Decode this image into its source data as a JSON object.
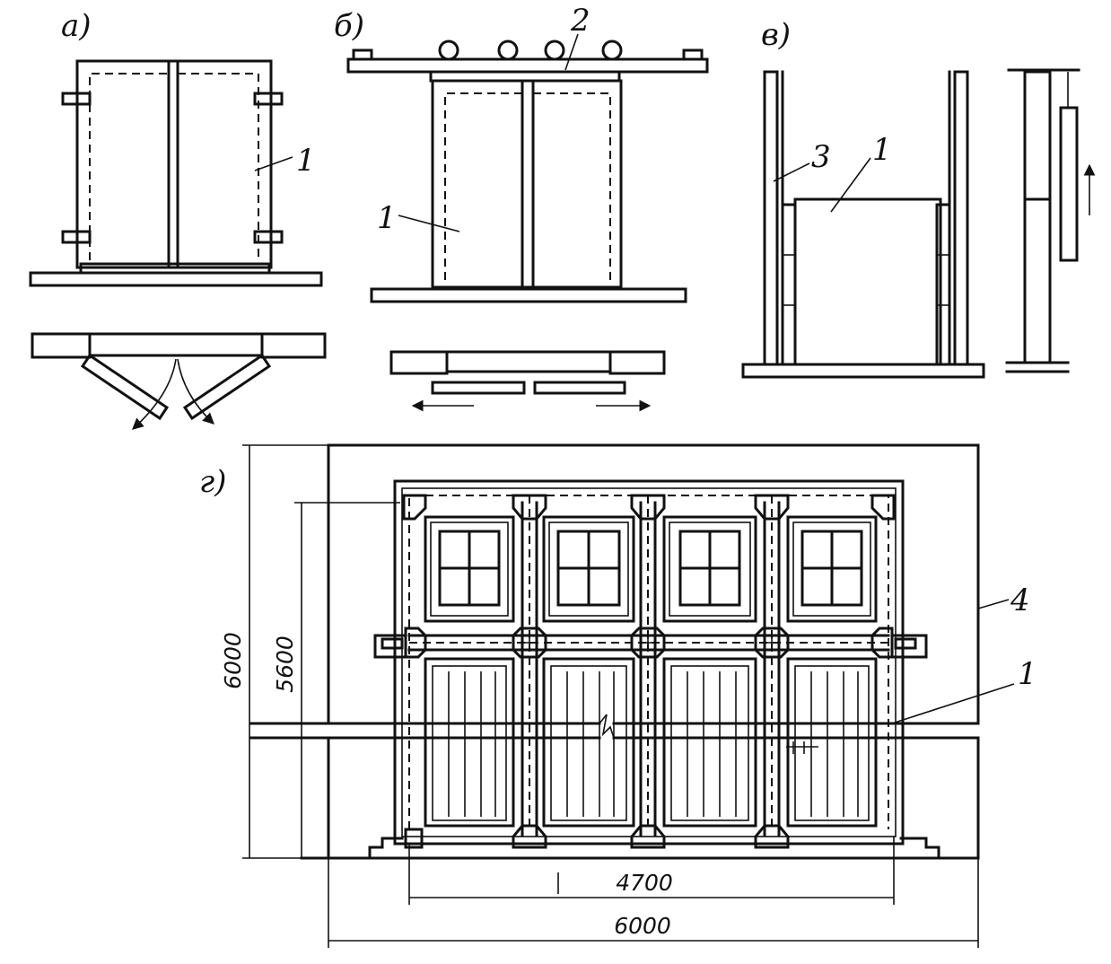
{
  "labels": {
    "panel_a": "а)",
    "panel_b": "б)",
    "panel_v": "в)",
    "panel_g": "г)",
    "leader_1": "1",
    "leader_2": "2",
    "leader_3": "3",
    "leader_4": "4"
  },
  "dimensions": {
    "total_height": "6000",
    "gate_height": "5600",
    "gate_width": "4700",
    "total_width": "6000"
  }
}
